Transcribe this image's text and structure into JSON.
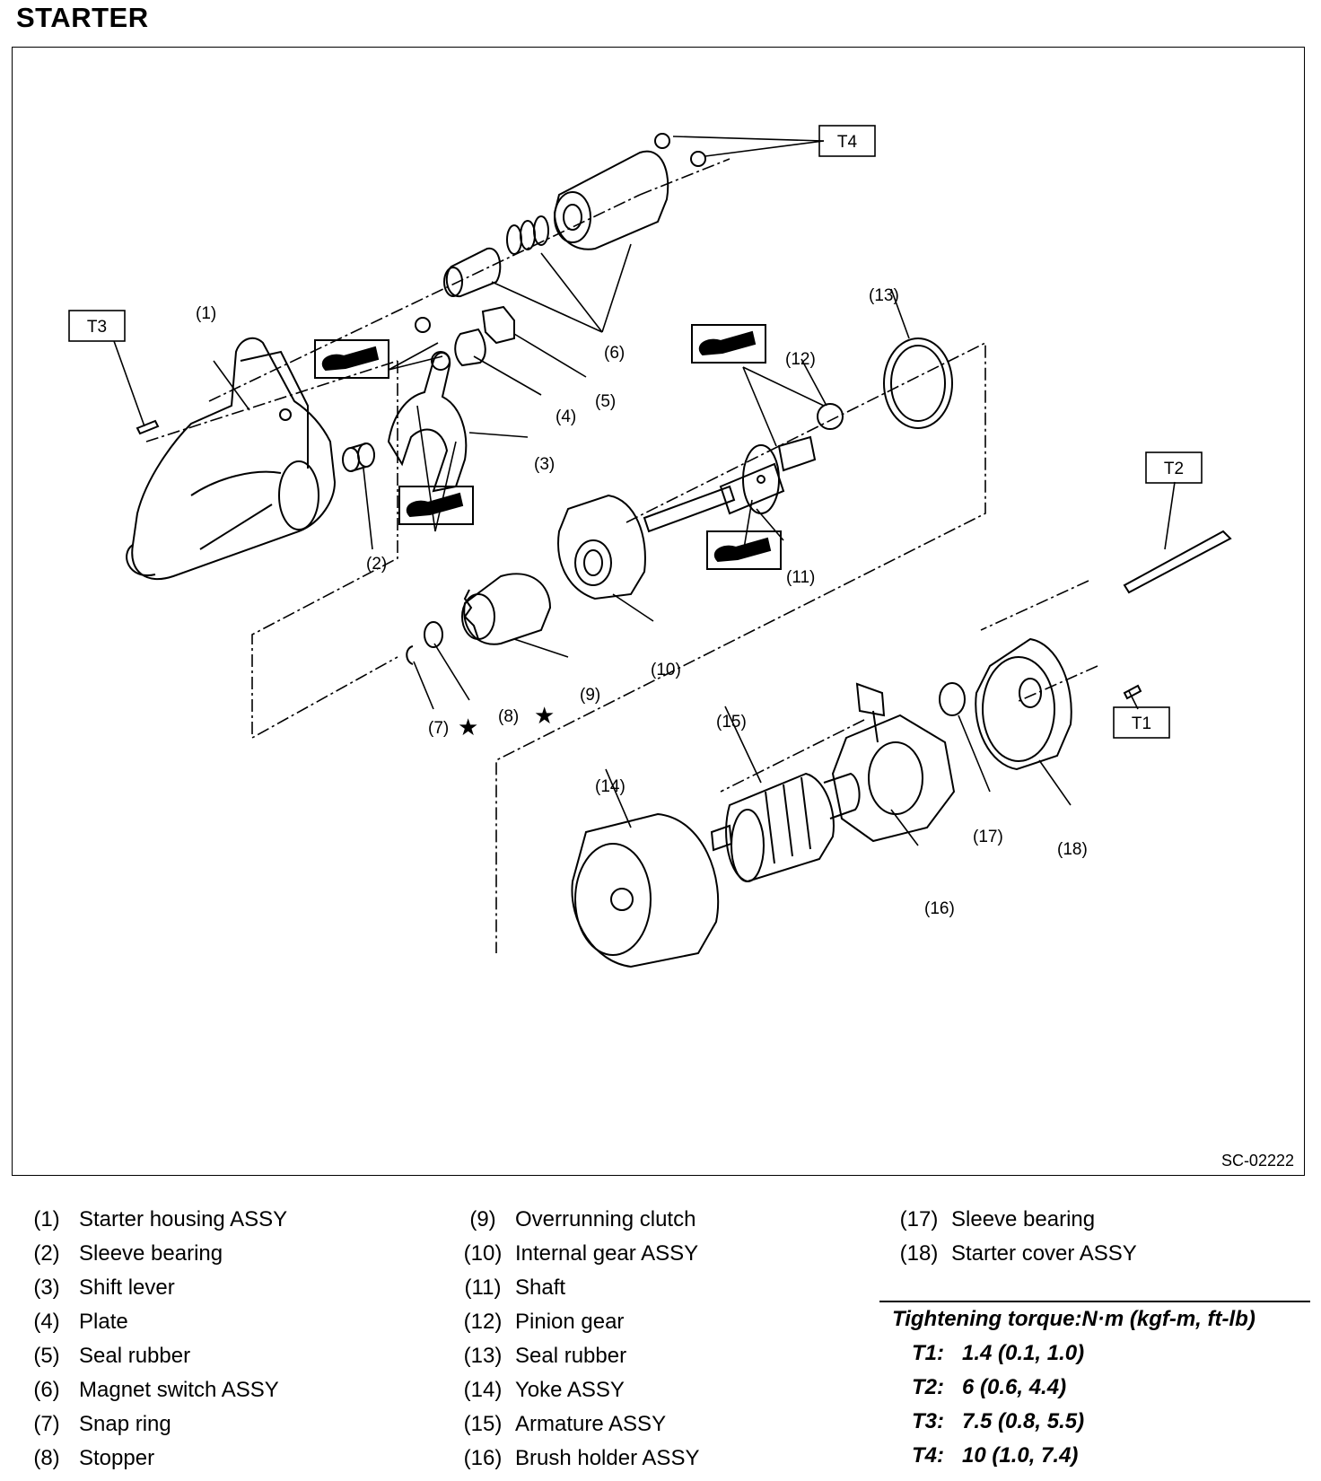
{
  "title": "STARTER",
  "figure_code": "SC-02222",
  "callouts": {
    "c1": "(1)",
    "c2": "(2)",
    "c3": "(3)",
    "c4": "(4)",
    "c5": "(5)",
    "c6": "(6)",
    "c7": "(7)",
    "c8": "(8)",
    "c9": "(9)",
    "c10": "(10)",
    "c11": "(11)",
    "c12": "(12)",
    "c13": "(13)",
    "c14": "(14)",
    "c15": "(15)",
    "c16": "(16)",
    "c17": "(17)",
    "c18": "(18)"
  },
  "torque_tags": {
    "t1": "T1",
    "t2": "T2",
    "t3": "T3",
    "t4": "T4"
  },
  "star": "★",
  "legend": {
    "col1": [
      {
        "num": "(1)",
        "name": "Starter housing ASSY"
      },
      {
        "num": "(2)",
        "name": "Sleeve bearing"
      },
      {
        "num": "(3)",
        "name": "Shift lever"
      },
      {
        "num": "(4)",
        "name": "Plate"
      },
      {
        "num": "(5)",
        "name": "Seal rubber"
      },
      {
        "num": "(6)",
        "name": "Magnet switch ASSY"
      },
      {
        "num": "(7)",
        "name": "Snap ring"
      },
      {
        "num": "(8)",
        "name": "Stopper"
      }
    ],
    "col2": [
      {
        "num": "(9)",
        "name": "Overrunning clutch"
      },
      {
        "num": "(10)",
        "name": "Internal gear ASSY"
      },
      {
        "num": "(11)",
        "name": "Shaft"
      },
      {
        "num": "(12)",
        "name": "Pinion gear"
      },
      {
        "num": "(13)",
        "name": "Seal rubber"
      },
      {
        "num": "(14)",
        "name": "Yoke ASSY"
      },
      {
        "num": "(15)",
        "name": "Armature ASSY"
      },
      {
        "num": "(16)",
        "name": "Brush holder ASSY"
      }
    ],
    "col3": [
      {
        "num": "(17)",
        "name": "Sleeve bearing"
      },
      {
        "num": "(18)",
        "name": "Starter cover ASSY"
      }
    ]
  },
  "torque": {
    "title": "Tightening torque:N·m (kgf-m, ft-lb)",
    "rows": [
      {
        "key": "T1:",
        "value": "1.4 (0.1, 1.0)"
      },
      {
        "key": "T2:",
        "value": "6 (0.6, 4.4)"
      },
      {
        "key": "T3:",
        "value": "7.5 (0.8, 5.5)"
      },
      {
        "key": "T4:",
        "value": "10 (1.0, 7.4)"
      }
    ]
  }
}
